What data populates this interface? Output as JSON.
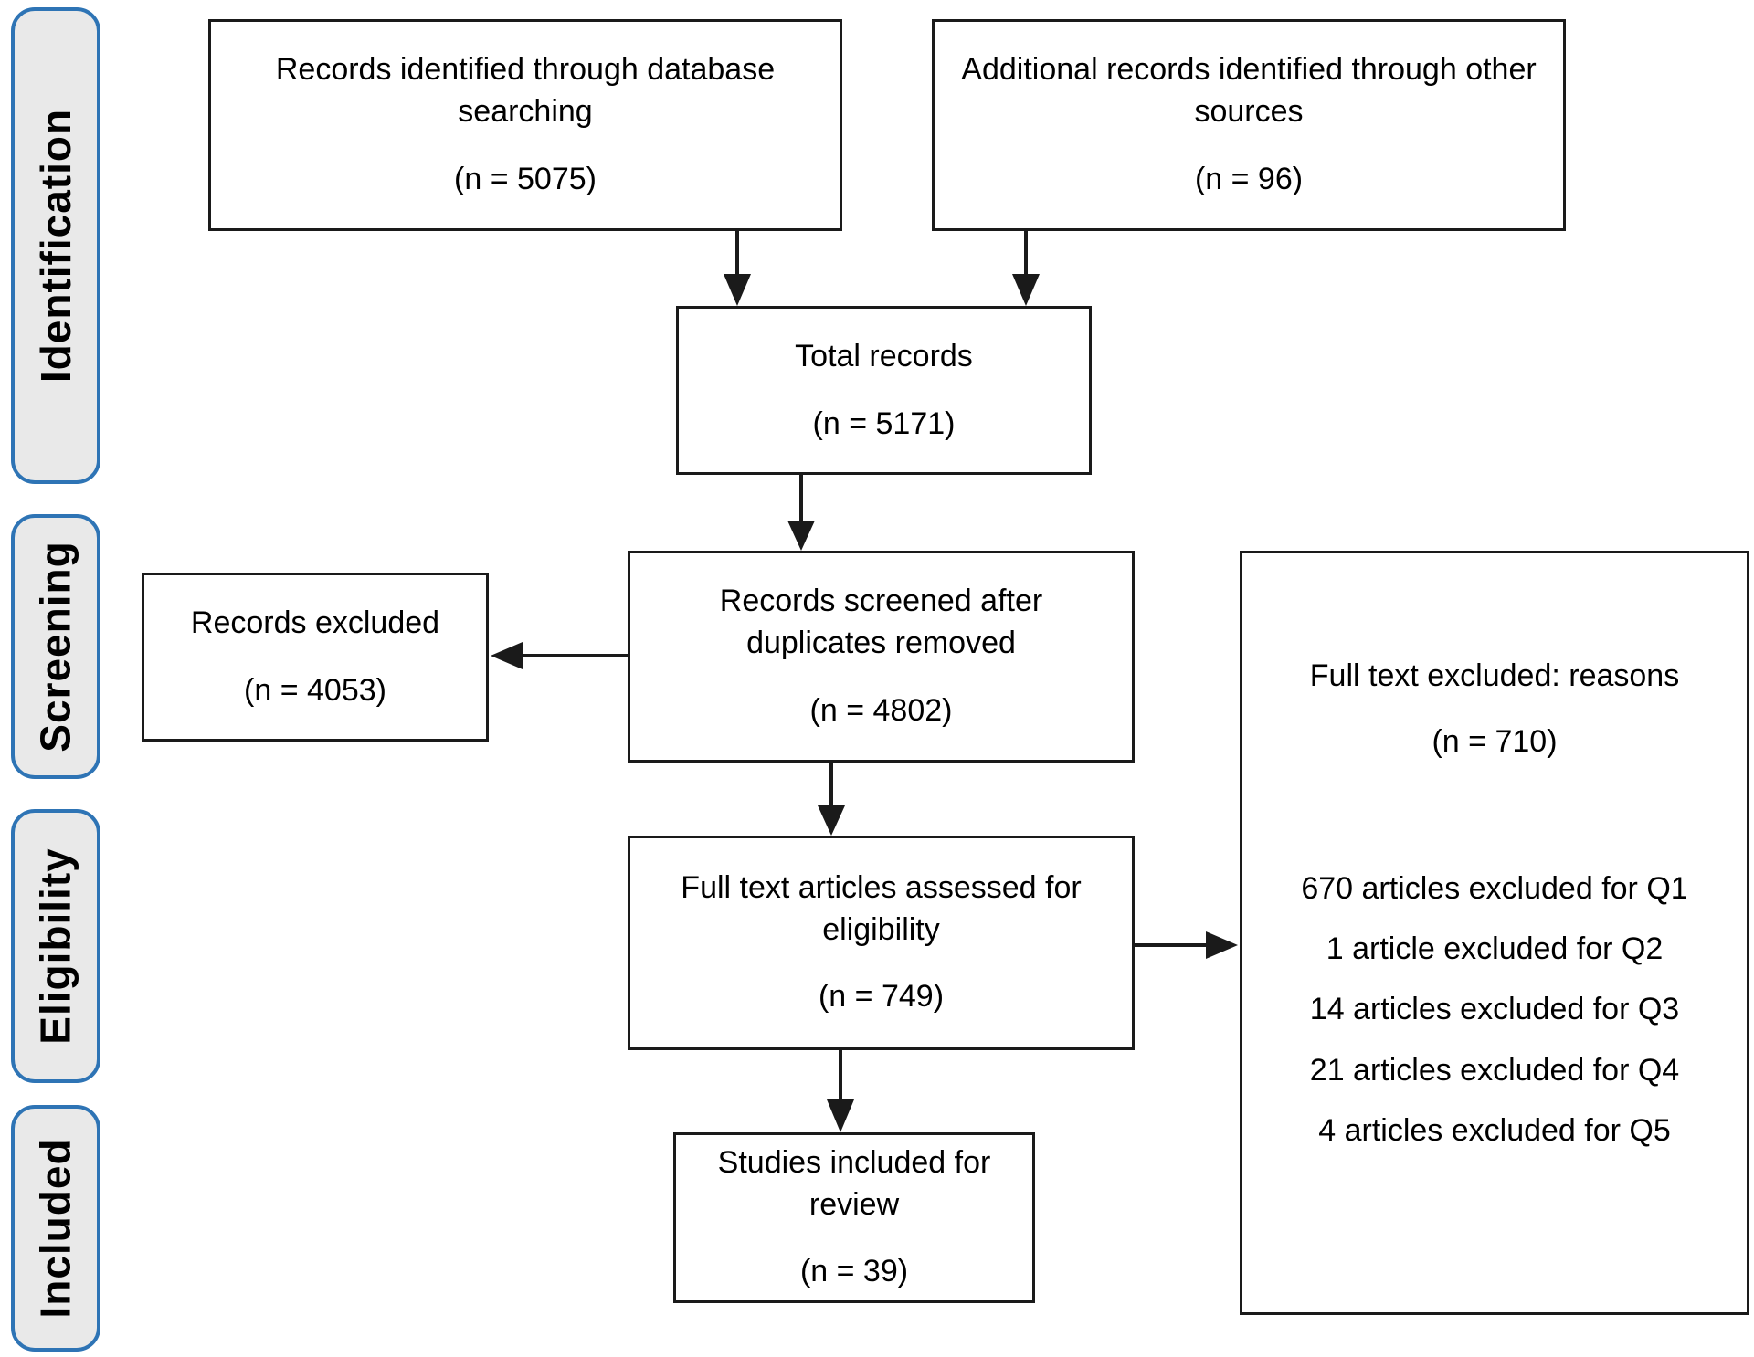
{
  "sidebar": {
    "stages": [
      {
        "label": "Identification"
      },
      {
        "label": "Screening"
      },
      {
        "label": "Eligibility"
      },
      {
        "label": "Included"
      }
    ]
  },
  "boxes": {
    "db_search": {
      "text": "Records identified through database searching",
      "count": "(n = 5075)"
    },
    "other_sources": {
      "text": "Additional records identified through other sources",
      "count": "(n = 96)"
    },
    "total": {
      "text": "Total records",
      "count": "(n = 5171)"
    },
    "screened": {
      "text": "Records screened after duplicates removed",
      "count": "(n = 4802)"
    },
    "excluded": {
      "text": "Records excluded",
      "count": "(n = 4053)"
    },
    "eligibility": {
      "text": "Full text articles assessed for eligibility",
      "count": "(n = 749)"
    },
    "included": {
      "text": "Studies included for review",
      "count": "(n = 39)"
    },
    "fulltext_excluded": {
      "text": "Full text excluded: reasons",
      "count": "(n = 710)",
      "reasons": [
        "670 articles excluded for Q1",
        "1 article excluded for Q2",
        "14 articles excluded for Q3",
        "21 articles excluded for Q4",
        "4 articles excluded for Q5"
      ]
    }
  },
  "colors": {
    "stage_border": "#2E74B5",
    "stage_fill": "#E9E9E9",
    "box_border": "#1A1A1A",
    "text": "#000000",
    "background": "#FFFFFF"
  }
}
